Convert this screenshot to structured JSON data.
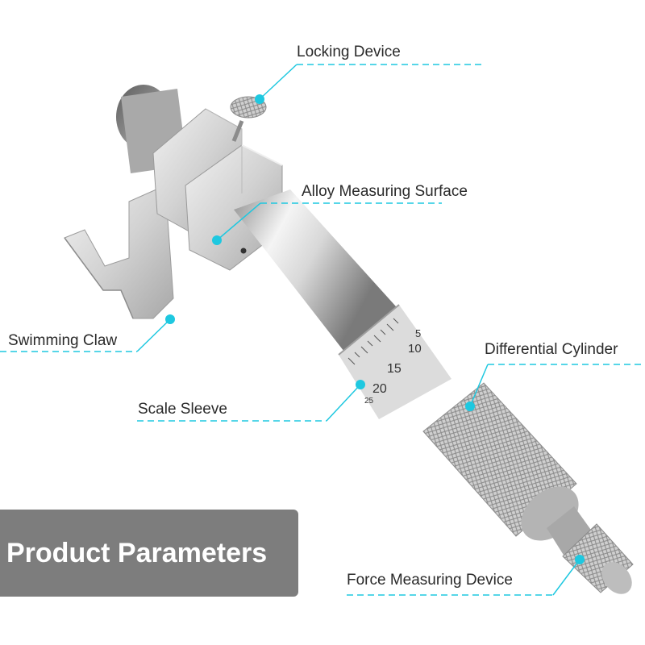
{
  "labels": {
    "locking_device": "Locking Device",
    "alloy_measuring_surface": "Alloy Measuring Surface",
    "swimming_claw": "Swimming Claw",
    "differential_cylinder": "Differential Cylinder",
    "scale_sleeve": "Scale Sleeve",
    "force_measuring_device": "Force Measuring Device"
  },
  "scale_numbers": [
    "5",
    "10",
    "15",
    "20",
    "25"
  ],
  "banner": {
    "title": "Product Parameters"
  },
  "colors": {
    "accent": "#1ec8e0",
    "banner_bg": "#7d7d7d",
    "metal_light": "#e6e6e6",
    "metal_dark": "#9a9a9a"
  }
}
